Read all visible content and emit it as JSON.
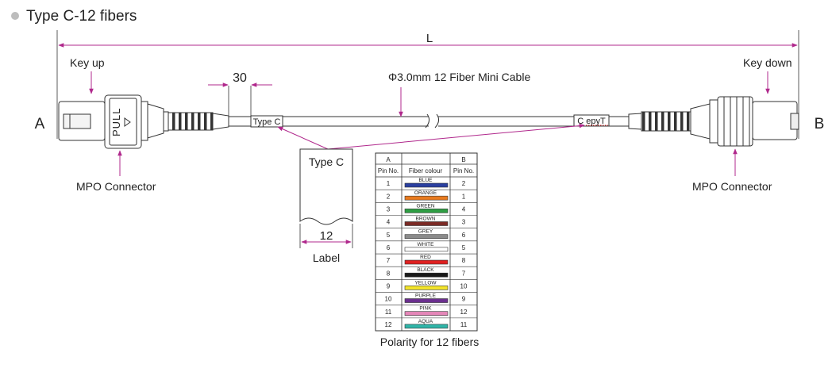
{
  "header": {
    "title": "Type C-12 fibers"
  },
  "diagram": {
    "length_label": "L",
    "end_a": "A",
    "end_b": "B",
    "key_up": "Key up",
    "key_down": "Key down",
    "cable_label": "Φ3.0mm  12 Fiber Mini Cable",
    "dim_30": "30",
    "pull_text": "PULL",
    "connector_a": "MPO Connector",
    "connector_b": "MPO Connector",
    "tag_a": "Type C",
    "tag_b": "C epyT",
    "label_box_text": "Type C",
    "label_width": "12",
    "label_caption": "Label"
  },
  "polarity_table": {
    "header_a": "A",
    "header_b": "B",
    "col_pin_a": "Pin No.",
    "col_colour": "Fiber colour",
    "col_pin_b": "Pin No.",
    "rows": [
      {
        "a": "1",
        "colour": "BLUE",
        "b": "2",
        "hex": "#2a3fa0"
      },
      {
        "a": "2",
        "colour": "ORANGE",
        "b": "1",
        "hex": "#e87a1e"
      },
      {
        "a": "3",
        "colour": "GREEN",
        "b": "4",
        "hex": "#2f9e44"
      },
      {
        "a": "4",
        "colour": "BROWN",
        "b": "3",
        "hex": "#7b2a25"
      },
      {
        "a": "5",
        "colour": "GREY",
        "b": "6",
        "hex": "#8a8a8a"
      },
      {
        "a": "6",
        "colour": "WHITE",
        "b": "5",
        "hex": "#ffffff"
      },
      {
        "a": "7",
        "colour": "RED",
        "b": "8",
        "hex": "#e02020"
      },
      {
        "a": "8",
        "colour": "BLACK",
        "b": "7",
        "hex": "#1a1a1a"
      },
      {
        "a": "9",
        "colour": "YELLOW",
        "b": "10",
        "hex": "#f2e32a"
      },
      {
        "a": "10",
        "colour": "PURPLE",
        "b": "9",
        "hex": "#6b2f8f"
      },
      {
        "a": "11",
        "colour": "PINK",
        "b": "12",
        "hex": "#e486b8"
      },
      {
        "a": "12",
        "colour": "AQUA",
        "b": "11",
        "hex": "#2fb5a8"
      }
    ],
    "caption": "Polarity for 12 fibers"
  },
  "colors": {
    "dimension": "#b0288c",
    "outline": "#333333",
    "bullet": "#bdbdbd"
  }
}
